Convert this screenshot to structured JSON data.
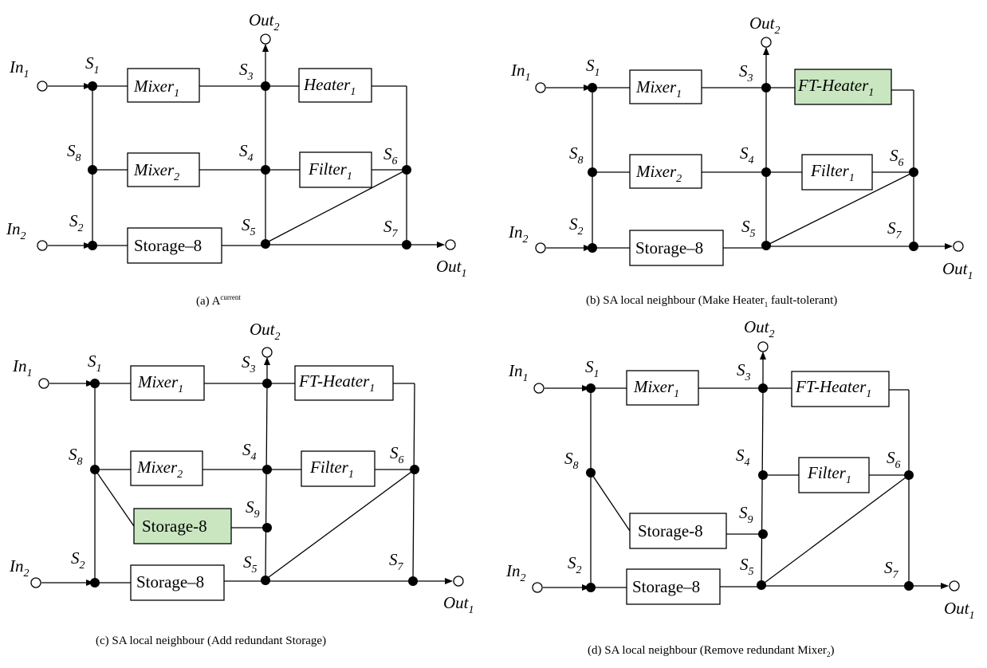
{
  "labels": {
    "in1": "In",
    "in1_sub": "1",
    "in2": "In",
    "in2_sub": "2",
    "out1": "Out",
    "out1_sub": "1",
    "out2": "Out",
    "out2_sub": "2",
    "s1": "S",
    "s1_sub": "1",
    "s2": "S",
    "s2_sub": "2",
    "s3": "S",
    "s3_sub": "3",
    "s4": "S",
    "s4_sub": "4",
    "s5": "S",
    "s5_sub": "5",
    "s6": "S",
    "s6_sub": "6",
    "s7": "S",
    "s7_sub": "7",
    "s8": "S",
    "s8_sub": "8",
    "s9": "S",
    "s9_sub": "9"
  },
  "components": {
    "mixer": "Mixer",
    "mixer1_sub": "1",
    "mixer2_sub": "2",
    "heater": "Heater",
    "heater1_sub": "1",
    "ft_heater": "FT-Heater",
    "ft_heater1_sub": "1",
    "filter": "Filter",
    "filter1_sub": "1",
    "storage": "Storage–8",
    "storage_hyphen": "Storage-8"
  },
  "captions": {
    "a_prefix": "(a) A",
    "a_sup": "current",
    "b_prefix": "(b) SA local neighbour (Make Heater",
    "b_sub": "1",
    "b_suffix": " fault-tolerant)",
    "c": "(c) SA local neighbour (Add redundant Storage)",
    "d_prefix": "(d) SA local neighbour (Remove redundant Mixer",
    "d_sub": "2",
    "d_suffix": ")"
  },
  "colors": {
    "highlight": "#c9e6c0"
  }
}
